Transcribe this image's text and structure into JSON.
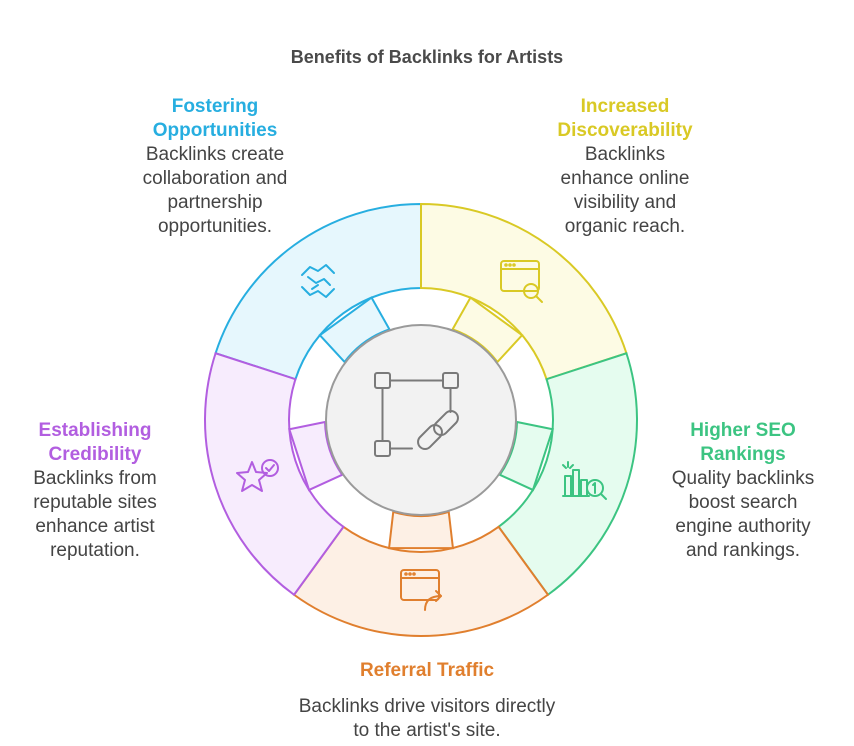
{
  "title": "Benefits of Backlinks for Artists",
  "segments": [
    {
      "id": "fostering",
      "heading_lines": [
        "Fostering",
        "Opportunities"
      ],
      "desc_lines": [
        "Backlinks create",
        "collaboration and",
        "partnership",
        "opportunities."
      ],
      "color": "#27aee0",
      "fill": "#e6f7fd",
      "icon": "handshake-icon"
    },
    {
      "id": "discoverability",
      "heading_lines": [
        "Increased",
        "Discoverability"
      ],
      "desc_lines": [
        "Backlinks",
        "enhance online",
        "visibility and",
        "organic reach."
      ],
      "color": "#d9c925",
      "fill": "#fdfbe4",
      "icon": "browser-search-icon"
    },
    {
      "id": "seo",
      "heading_lines": [
        "Higher SEO",
        "Rankings"
      ],
      "desc_lines": [
        "Quality backlinks",
        "boost search",
        "engine authority",
        "and rankings."
      ],
      "color": "#3cc482",
      "fill": "#e5fcef",
      "icon": "ranking-chart-icon"
    },
    {
      "id": "traffic",
      "heading_lines": [
        "Referral Traffic"
      ],
      "desc_lines": [
        "Backlinks drive visitors directly",
        "to the artist's site."
      ],
      "color": "#e07f2e",
      "fill": "#fdf0e5",
      "icon": "browser-redirect-icon"
    },
    {
      "id": "credibility",
      "heading_lines": [
        "Establishing",
        "Credibility"
      ],
      "desc_lines": [
        "Backlinks from",
        "reputable sites",
        "enhance artist",
        "reputation."
      ],
      "color": "#b25ee0",
      "fill": "#f7ecfd",
      "icon": "star-check-icon"
    }
  ],
  "center": {
    "icon": "link-network-icon",
    "fill": "#f2f2f2",
    "stroke": "#9a9a9a"
  }
}
